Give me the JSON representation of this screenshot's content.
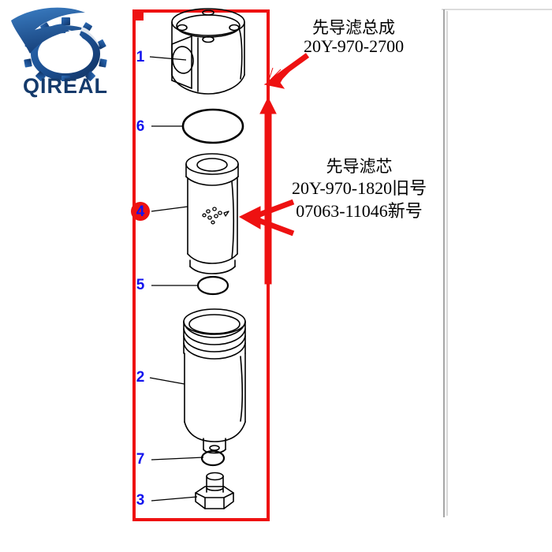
{
  "brand": {
    "wordmark": "QIREAL",
    "logo_icon": "gear-swoosh-logo",
    "color_dark": "#143a6b",
    "color_mid": "#1f5a9e"
  },
  "frame": {
    "border_color": "#ee1111",
    "corner_marker": "filled-square-top-left",
    "right_rule_color": "#9a9a9a"
  },
  "annotations": [
    {
      "id": "assembly",
      "title": "先导滤总成",
      "code": "20Y-970-2700",
      "arrow": "red-arrow-down-left"
    },
    {
      "id": "element",
      "title": "先导滤芯",
      "code_old": "20Y-970-1820旧号",
      "code_new": "07063-11046新号",
      "arrow": "red-arrow-left"
    }
  ],
  "callouts": [
    {
      "number": "1",
      "part": "filter-head-housing",
      "highlighted": false
    },
    {
      "number": "6",
      "part": "o-ring-large",
      "highlighted": false
    },
    {
      "number": "4",
      "part": "filter-element",
      "highlighted": true
    },
    {
      "number": "5",
      "part": "o-ring-small-upper",
      "highlighted": false
    },
    {
      "number": "2",
      "part": "filter-bowl-case",
      "highlighted": false
    },
    {
      "number": "7",
      "part": "o-ring-small-lower",
      "highlighted": false
    },
    {
      "number": "3",
      "part": "drain-plug-hex-bolt",
      "highlighted": false
    }
  ],
  "colors": {
    "callout_blue": "#1414ee",
    "marker_red": "#ee1111",
    "line_black": "#000000"
  }
}
